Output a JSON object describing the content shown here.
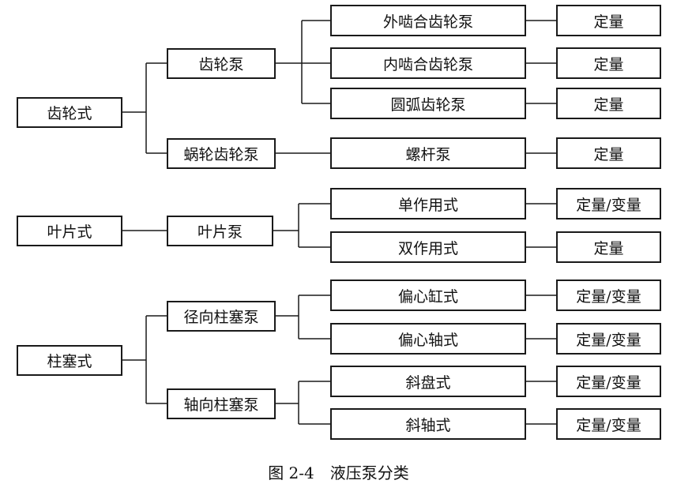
{
  "categories": {
    "gear": "齿轮式",
    "vane": "叶片式",
    "piston": "柱塞式"
  },
  "pumps": {
    "gear_pump": "齿轮泵",
    "worm_gear_pump": "蜗轮齿轮泵",
    "vane_pump": "叶片泵",
    "radial_piston_pump": "径向柱塞泵",
    "axial_piston_pump": "轴向柱塞泵"
  },
  "subtypes": {
    "external_gear": "外啮合齿轮泵",
    "internal_gear": "内啮合齿轮泵",
    "arc_gear": "圆弧齿轮泵",
    "screw": "螺杆泵",
    "single_acting": "单作用式",
    "double_acting": "双作用式",
    "eccentric_cylinder": "偏心缸式",
    "eccentric_shaft": "偏心轴式",
    "swash_plate": "斜盘式",
    "bent_axis": "斜轴式"
  },
  "displacement": {
    "external_gear": "定量",
    "internal_gear": "定量",
    "arc_gear": "定量",
    "screw": "定量",
    "single_acting": "定量/变量",
    "double_acting": "定量",
    "eccentric_cylinder": "定量/变量",
    "eccentric_shaft": "定量/变量",
    "swash_plate": "定量/变量",
    "bent_axis": "定量/变量"
  },
  "caption": "图 2-4　液压泵分类"
}
